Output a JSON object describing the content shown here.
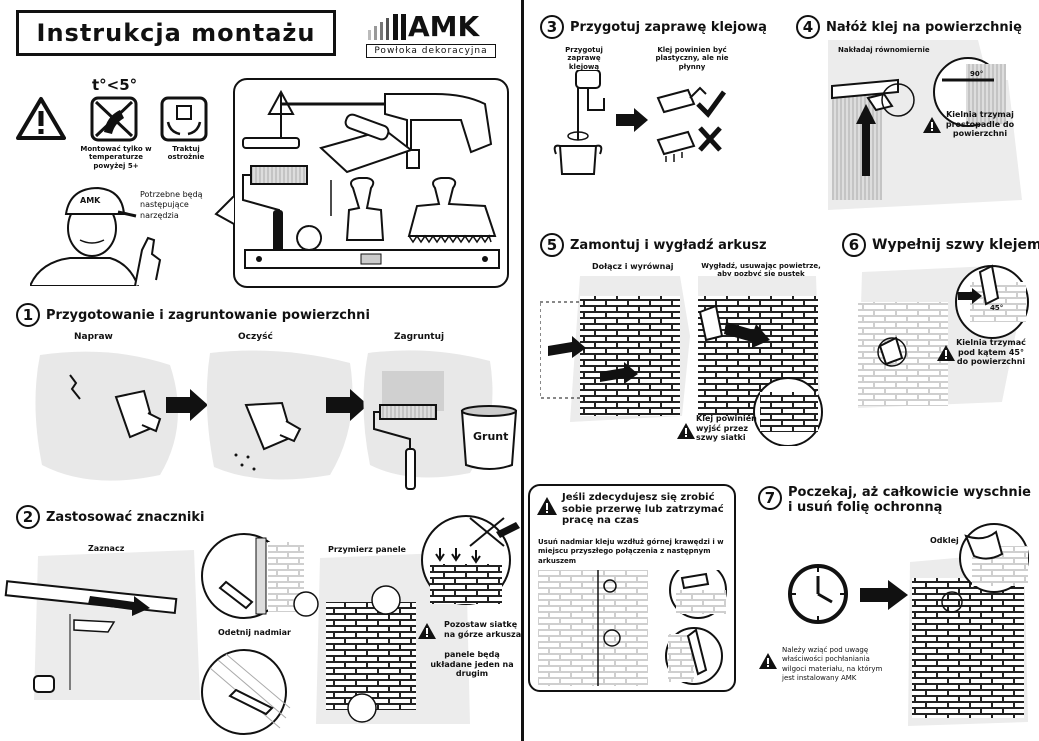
{
  "header": {
    "title": "Instrukcja montażu",
    "brand_logo": "AMK",
    "brand_tagline": "Powłoka dekoracyjna"
  },
  "intro": {
    "temp": "t°<5°",
    "temp_caption": "Montować tylko w temperaturze powyżej 5+",
    "handle_caption": "Traktuj ostrożnie",
    "tools_speech": "Potrzebne będą następujące narzędzia",
    "cap_text": "AMK"
  },
  "step1": {
    "num": "1",
    "title": "Przygotowanie i zagruntowanie powierzchni",
    "labels": [
      "Napraw",
      "Oczyść",
      "Zagruntuj"
    ],
    "bucket": "Grunt"
  },
  "step2": {
    "num": "2",
    "title": "Zastosować znaczniki",
    "mark": "Zaznacz",
    "cut": "Odetnij nadmiar",
    "fit": "Przymierz panele",
    "mesh_note": "Pozostaw siatkę na górze arkusza",
    "stack_note": "panele będą układane jeden na drugim"
  },
  "step3": {
    "num": "3",
    "title": "Przygotuj zaprawę klejową",
    "prep": "Przygotuj zaprawę klejową",
    "consistency": "Klej powinien być plastyczny, ale nie płynny"
  },
  "step4": {
    "num": "4",
    "title": "Nałóż klej na powierzchnię",
    "spread": "Nakładaj równomiernie",
    "angle": "90°",
    "note": "Kielnia trzymaj prostopadle do powierzchni"
  },
  "step5": {
    "num": "5",
    "title": "Zamontuj i wygładź arkusz",
    "join": "Dołącz i wyrównaj",
    "smooth": "Wygładź, usuwając powietrze, aby pozbyć się pustek",
    "note": "Klej powinien wyjść przez szwy siatki"
  },
  "step6": {
    "num": "6",
    "title": "Wypełnij szwy klejem",
    "angle": "45°",
    "note": "Kielnia trzymać pod kątem 45° do powierzchni"
  },
  "break_box": {
    "title": "Jeśli zdecydujesz się zrobić sobie przerwę lub zatrzymać pracę na czas",
    "text": "Usuń nadmiar kleju wzdłuż górnej krawędzi i w miejscu przyszłego połączenia z następnym arkuszem"
  },
  "step7": {
    "num": "7",
    "title_line1": "Poczekaj, aż całkowicie wyschnie",
    "title_line2": "i usuń folię ochronną",
    "peel": "Odklej",
    "note": "Należy wziąć pod uwagę właściwości pochłaniania wilgoci materiału, na którym jest instalowany AMK"
  }
}
